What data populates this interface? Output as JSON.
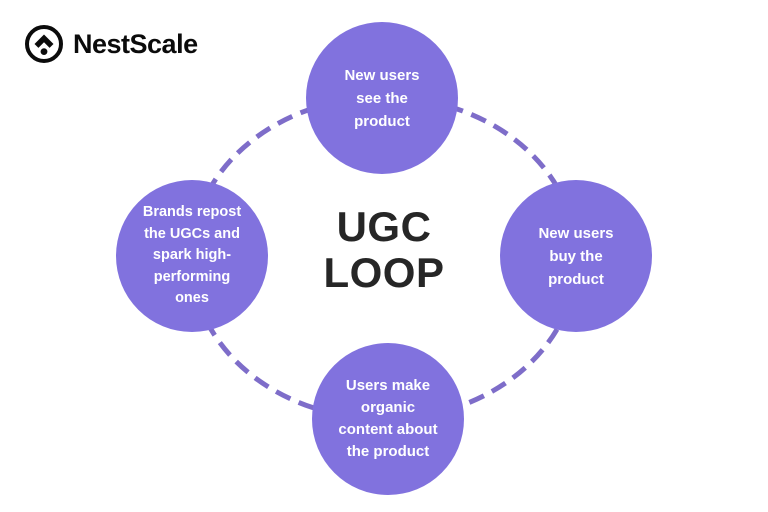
{
  "colors": {
    "background": "#ffffff",
    "node_fill": "#8172DE",
    "dash_stroke": "#7E6DC9",
    "node_text": "#ffffff",
    "title_text": "#262626",
    "logo_text": "#0b0b0b"
  },
  "logo": {
    "name": "NestScale"
  },
  "title": {
    "line1": "UGC",
    "line2": "LOOP"
  },
  "nodes": [
    {
      "id": "new-users-see-product",
      "lines": [
        "New users",
        "see the",
        "product"
      ]
    },
    {
      "id": "new-users-buy-product",
      "lines": [
        "New users",
        "buy the",
        "product"
      ]
    },
    {
      "id": "users-make-content",
      "lines": [
        "Users make",
        "organic",
        "content about",
        "the product"
      ]
    },
    {
      "id": "brands-repost-ugcs",
      "lines": [
        "Brands repost",
        "the UGCs and",
        "spark high-",
        "performing",
        "ones"
      ]
    }
  ]
}
